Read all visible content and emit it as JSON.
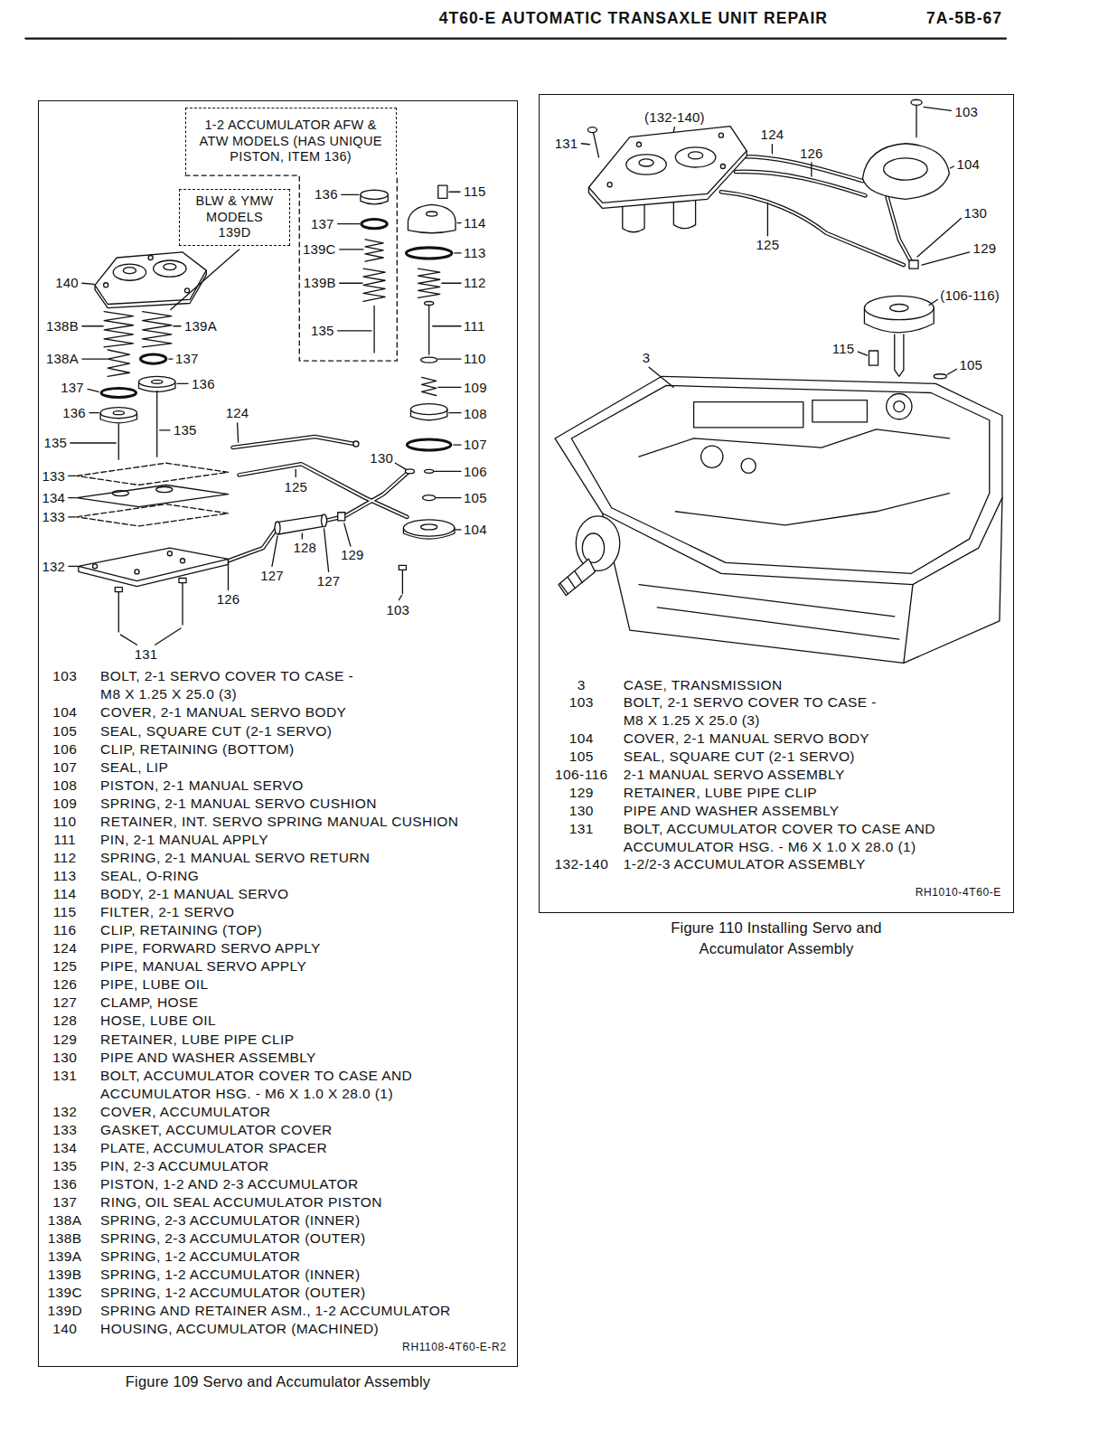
{
  "diagram": {
    "title": "4T60-E AUTOMATIC TRANSAXLE UNIT REPAIR",
    "nodes": [
      {
        "text": [
          "Figure 109 Servo and Accumulator Assembly"
        ]
      },
      {
        "text": [
          "1-2 ACCUMULATOR AFW & ATW MODELS (HAS UNIQUE PISTON, ITEM 136)"
        ],
        "in": 0
      },
      {
        "text": [
          "BLW & YMW MODELS",
          "139D"
        ],
        "in": 0
      },
      {
        "text": [
          "Figure 110 Installing Servo and Accumulator Assembly"
        ]
      }
    ],
    "labels": [
      "7A-5B-67",
      "136",
      "115",
      "137",
      "114",
      "139C",
      "113",
      "140",
      "139B",
      "112",
      "138B",
      "139A",
      "135",
      "111",
      "138A",
      "137",
      "110",
      "136",
      "137",
      "109",
      "136",
      "124",
      "108",
      "135",
      "135",
      "107",
      "130",
      "133",
      "106",
      "125",
      "134",
      "105",
      "133",
      "104",
      "128",
      "129",
      "132",
      "127",
      "127",
      "126",
      "103",
      "131",
      "103",
      "BOLT, 2-1 SERVO COVER TO CASE - M8 X 1.25 X 25.0 (3)",
      "104",
      "COVER, 2-1 MANUAL SERVO BODY",
      "105",
      "SEAL, SQUARE CUT (2-1 SERVO)",
      "106",
      "CLIP, RETAINING (BOTTOM)",
      "107",
      "SEAL, LIP",
      "108",
      "PISTON, 2-1 MANUAL SERVO",
      "109",
      "SPRING, 2-1 MANUAL SERVO CUSHION",
      "110",
      "RETAINER, INT. SERVO SPRING MANUAL CUSHION",
      "111",
      "PIN, 2-1 MANUAL APPLY",
      "112",
      "SPRING, 2-1 MANUAL SERVO RETURN",
      "113",
      "SEAL, O-RING",
      "114",
      "BODY, 2-1 MANUAL SERVO",
      "115",
      "FILTER, 2-1 SERVO",
      "116",
      "CLIP, RETAINING (TOP)",
      "124",
      "PIPE, FORWARD SERVO APPLY",
      "125",
      "PIPE, MANUAL SERVO APPLY",
      "126",
      "PIPE, LUBE OIL",
      "127",
      "CLAMP, HOSE",
      "128",
      "HOSE, LUBE OIL",
      "129",
      "RETAINER, LUBE PIPE CLIP",
      "130",
      "PIPE AND WASHER ASSEMBLY",
      "131",
      "BOLT, ACCUMULATOR COVER TO CASE AND ACCUMULATOR HSG. - M6 X 1.0 X 28.0 (1)",
      "132",
      "COVER, ACCUMULATOR",
      "133",
      "GASKET, ACCUMULATOR COVER",
      "134",
      "PLATE, ACCUMULATOR SPACER",
      "135",
      "PIN, 2-3 ACCUMULATOR",
      "136",
      "PISTON, 1-2 AND 2-3 ACCUMULATOR",
      "137",
      "RING, OIL SEAL ACCUMULATOR PISTON",
      "138A",
      "SPRING, 2-3 ACCUMULATOR (INNER)",
      "138B",
      "SPRING, 2-3 ACCUMULATOR (OUTER)",
      "139A",
      "SPRING, 1-2 ACCUMULATOR",
      "139B",
      "SPRING, 1-2 ACCUMULATOR (INNER)",
      "139C",
      "SPRING, 1-2 ACCUMULATOR (OUTER)",
      "139D",
      "SPRING AND RETAINER ASM., 1-2 ACCUMULATOR",
      "140",
      "HOUSING, ACCUMULATOR (MACHINED)",
      "RH1108-4T60-E-R2",
      "103",
      "(132-140)",
      "124",
      "131",
      "126",
      "104",
      "130",
      "125",
      "129",
      "(106-116)",
      "115",
      "3",
      "105",
      "3",
      "CASE, TRANSMISSION",
      "103",
      "BOLT, 2-1 SERVO COVER TO CASE - M8 X 1.25 X 25.0 (3)",
      "104",
      "COVER, 2-1 MANUAL SERVO BODY",
      "105",
      "SEAL, SQUARE CUT (2-1 SERVO)",
      "106-116",
      "2-1 MANUAL SERVO ASSEMBLY",
      "129",
      "RETAINER, LUBE PIPE CLIP",
      "130",
      "PIPE AND WASHER ASSEMBLY",
      "131",
      "BOLT, ACCUMULATOR COVER TO CASE AND ACCUMULATOR HSG. - M6 X 1.0 X 28.0 (1)",
      "132-140",
      "1-2/2-3 ACCUMULATOR ASSEMBLY",
      "RH1010-4T60-E"
    ]
  }
}
